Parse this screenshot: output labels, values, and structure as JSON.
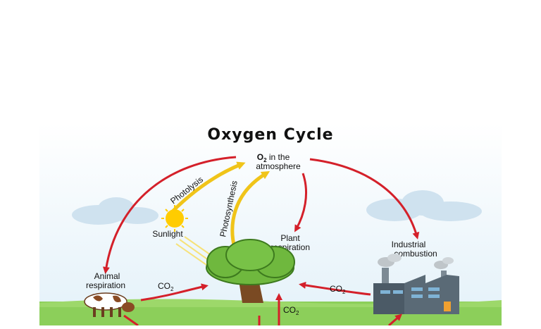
{
  "diagram": {
    "title": "Oxygen Cycle",
    "center_label": {
      "o2": "O",
      "sub": "2",
      "line1_rest": " in the",
      "line2": "atmosphere"
    },
    "process_labels": {
      "photolysis": "Photolysis",
      "photosynthesis": "Photosynthesis",
      "sunlight": "Sunlight",
      "plant_respiration_1": "Plant",
      "plant_respiration_2": "respiration",
      "industrial_1": "Industrial",
      "industrial_2": "combustion",
      "animal_1": "Animal",
      "animal_2": "respiration"
    },
    "co2_labels": [
      {
        "id": "animal",
        "co": "CO",
        "sub": "2"
      },
      {
        "id": "factory",
        "co": "CO",
        "sub": "2"
      },
      {
        "id": "ground",
        "co": "CO",
        "sub": "2"
      }
    ],
    "colors": {
      "red_arrow": "#d4202a",
      "yellow_arrow": "#f0c419",
      "sky": "#e8f4fb",
      "cloud": "#cfe2ef",
      "grass": "#8ccf5a",
      "tree_leaf": "#6fb83e",
      "trunk": "#7a4a23",
      "sun": "#ffcc00",
      "factory": "#4b5a66"
    }
  }
}
